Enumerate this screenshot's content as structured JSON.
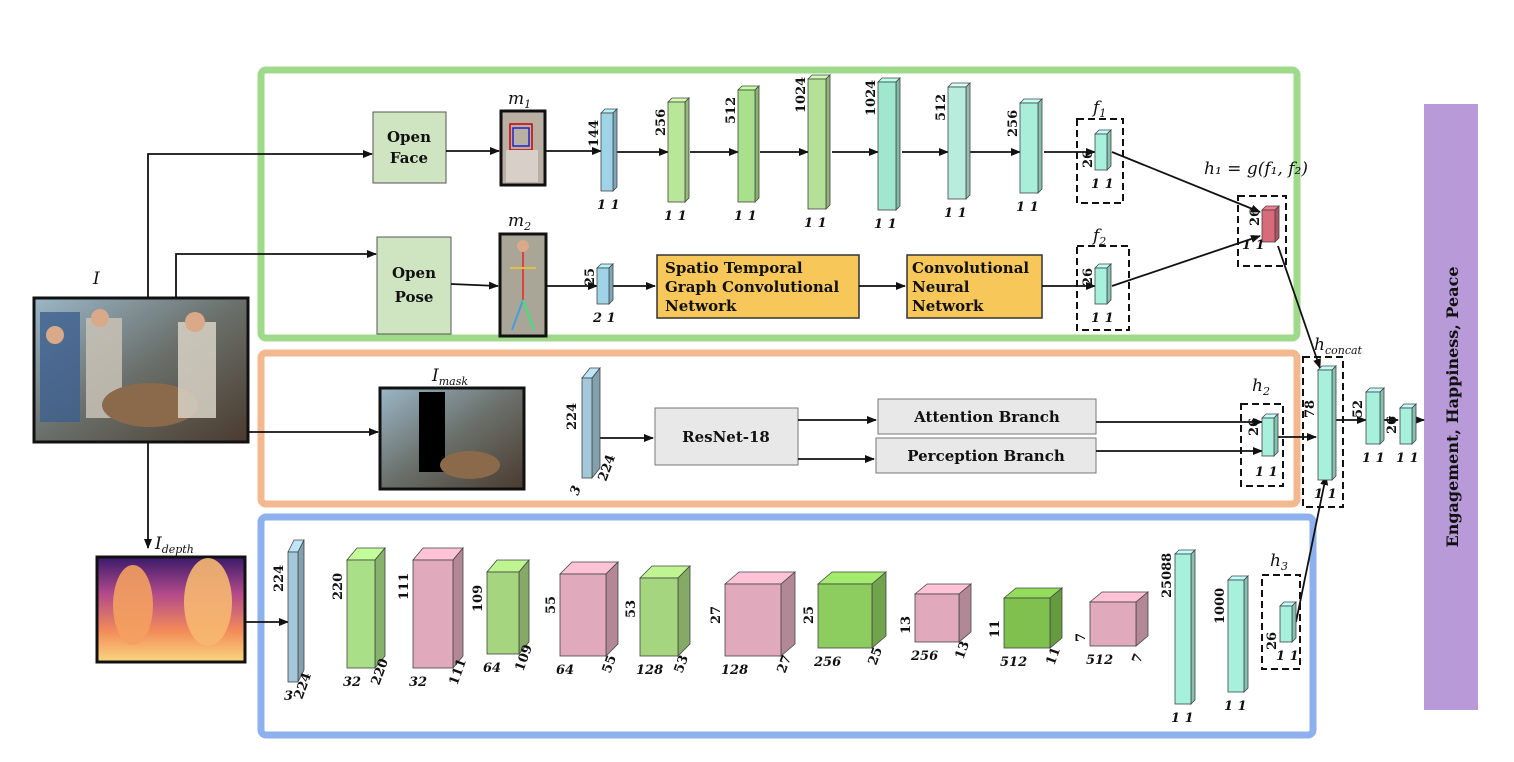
{
  "colors": {
    "face_pose_region": "#9fd98a",
    "scene_region": "#f3b88f",
    "depth_region": "#8fb0ef",
    "openface_box": "#cfe5c2",
    "stgcn_box": "#f7c75a",
    "resnet_box": "#e8e8e8",
    "output_box": "#b79ad7",
    "fusion_layer": "#d86a7a",
    "arrow": "#111111"
  },
  "modules": {
    "open_face": [
      "Open",
      "Face"
    ],
    "open_pose": [
      "Open",
      "Pose"
    ],
    "stgcn": [
      "Spatio Temporal",
      "Graph Convolutional",
      "Network"
    ],
    "cnn": [
      "Convolutional",
      "Neural",
      "Network"
    ],
    "resnet": "ResNet-18",
    "attention": "Attention Branch",
    "perception": "Perception Branch",
    "output": "Engagement, Happiness, Peace"
  },
  "symbols": {
    "input": {
      "base": "I"
    },
    "mask": {
      "base": "I",
      "sub": "mask"
    },
    "depth": {
      "base": "I",
      "sub": "depth"
    },
    "m1": {
      "base": "m",
      "sub": "1"
    },
    "m2": {
      "base": "m",
      "sub": "2"
    },
    "f1": {
      "base": "f",
      "sub": "1"
    },
    "f2": {
      "base": "f",
      "sub": "2"
    },
    "h1": "h₁ = g(f₁, f₂)",
    "h2": {
      "base": "h",
      "sub": "2"
    },
    "h3": {
      "base": "h",
      "sub": "3"
    },
    "hconcat": {
      "base": "h",
      "sub": "concat"
    }
  },
  "face_stream": [
    {
      "top": "144",
      "bottom": "1 1"
    },
    {
      "top": "256",
      "bottom": "1 1"
    },
    {
      "top": "512",
      "bottom": "1 1"
    },
    {
      "top": "1024",
      "bottom": "1 1"
    },
    {
      "top": "1024",
      "bottom": "1 1"
    },
    {
      "top": "512",
      "bottom": "1 1"
    },
    {
      "top": "256",
      "bottom": "1 1"
    },
    {
      "top": "26",
      "bottom": "1 1"
    }
  ],
  "pose_stream": [
    {
      "top": "25",
      "bottom": "2 1"
    },
    {
      "top": "26",
      "bottom": "1 1"
    }
  ],
  "fusion_h1": {
    "top": "26",
    "bottom": "1 1"
  },
  "scene_stream": {
    "input": {
      "top": "224",
      "side": "224",
      "depth": "3"
    },
    "h2": {
      "top": "26",
      "bottom": "1 1"
    }
  },
  "depth_stream": [
    {
      "top": "224",
      "side": "224",
      "front": "3"
    },
    {
      "top": "220",
      "side": "220",
      "front": "32"
    },
    {
      "top": "111",
      "side": "111",
      "front": "32"
    },
    {
      "top": "109",
      "side": "109",
      "front": "64"
    },
    {
      "top": "55",
      "side": "55",
      "front": "64"
    },
    {
      "top": "53",
      "side": "53",
      "front": "128"
    },
    {
      "top": "27",
      "side": "27",
      "front": "128"
    },
    {
      "top": "25",
      "side": "25",
      "front": "256"
    },
    {
      "top": "13",
      "side": "13",
      "front": "256"
    },
    {
      "top": "11",
      "side": "11",
      "front": "512"
    },
    {
      "top": "7",
      "side": "7",
      "front": "512"
    }
  ],
  "depth_fc": [
    {
      "top": "25088",
      "bottom": "1 1"
    },
    {
      "top": "1000",
      "bottom": "1 1"
    },
    {
      "top": "26",
      "bottom": "1 1"
    }
  ],
  "head": [
    {
      "top": "78",
      "bottom": "1 1"
    },
    {
      "top": "52",
      "bottom": "1 1"
    },
    {
      "top": "26",
      "bottom": "1 1"
    }
  ]
}
